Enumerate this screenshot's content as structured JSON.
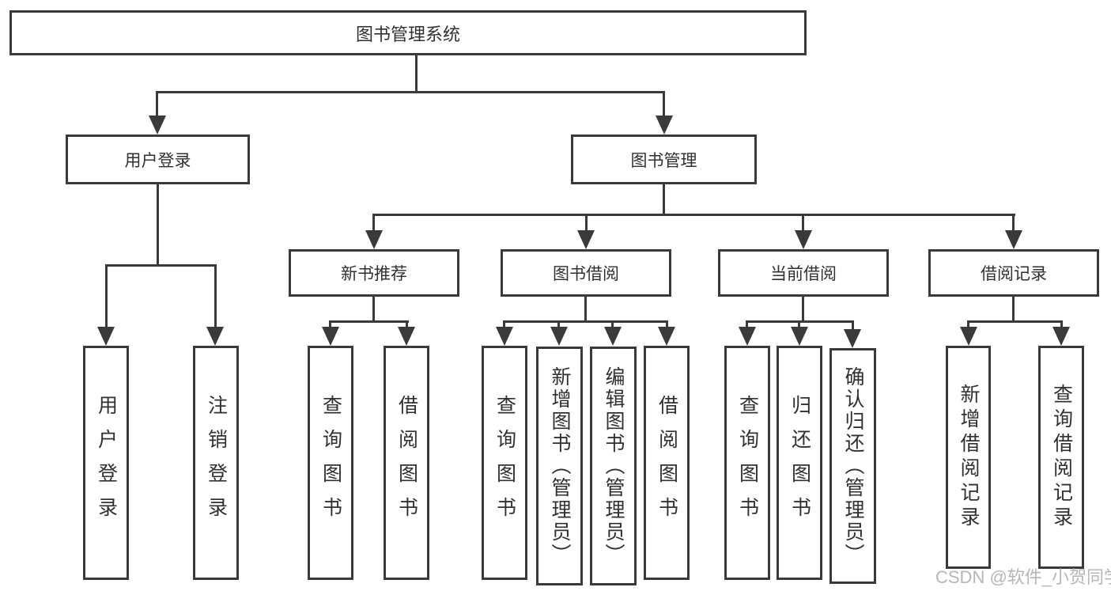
{
  "diagram": {
    "title": "图书管理系统",
    "root": {
      "label": "图书管理系统"
    },
    "level2": [
      {
        "label": "用户登录",
        "children": [
          {
            "label": "用户登录"
          },
          {
            "label": "注销登录"
          }
        ]
      },
      {
        "label": "图书管理",
        "children": [
          {
            "label": "新书推荐",
            "children": [
              {
                "label": "查询图书"
              },
              {
                "label": "借阅图书"
              }
            ]
          },
          {
            "label": "图书借阅",
            "children": [
              {
                "label": "查询图书"
              },
              {
                "label": "新增图书（管理员）"
              },
              {
                "label": "编辑图书（管理员）"
              },
              {
                "label": "借阅图书"
              }
            ]
          },
          {
            "label": "当前借阅",
            "children": [
              {
                "label": "查询图书"
              },
              {
                "label": "归还图书"
              },
              {
                "label": "确认归还（管理员）"
              }
            ]
          },
          {
            "label": "借阅记录",
            "children": [
              {
                "label": "新增借阅记录"
              },
              {
                "label": "查询借阅记录"
              }
            ]
          }
        ]
      }
    ]
  },
  "watermark": {
    "text": "CSDN @软件_小贺同学",
    "color": "#b4b6ba"
  },
  "colors": {
    "line": "#3a3a3a",
    "text": "#303030",
    "background": "#ffffff",
    "box_fill": "#ffffff"
  }
}
